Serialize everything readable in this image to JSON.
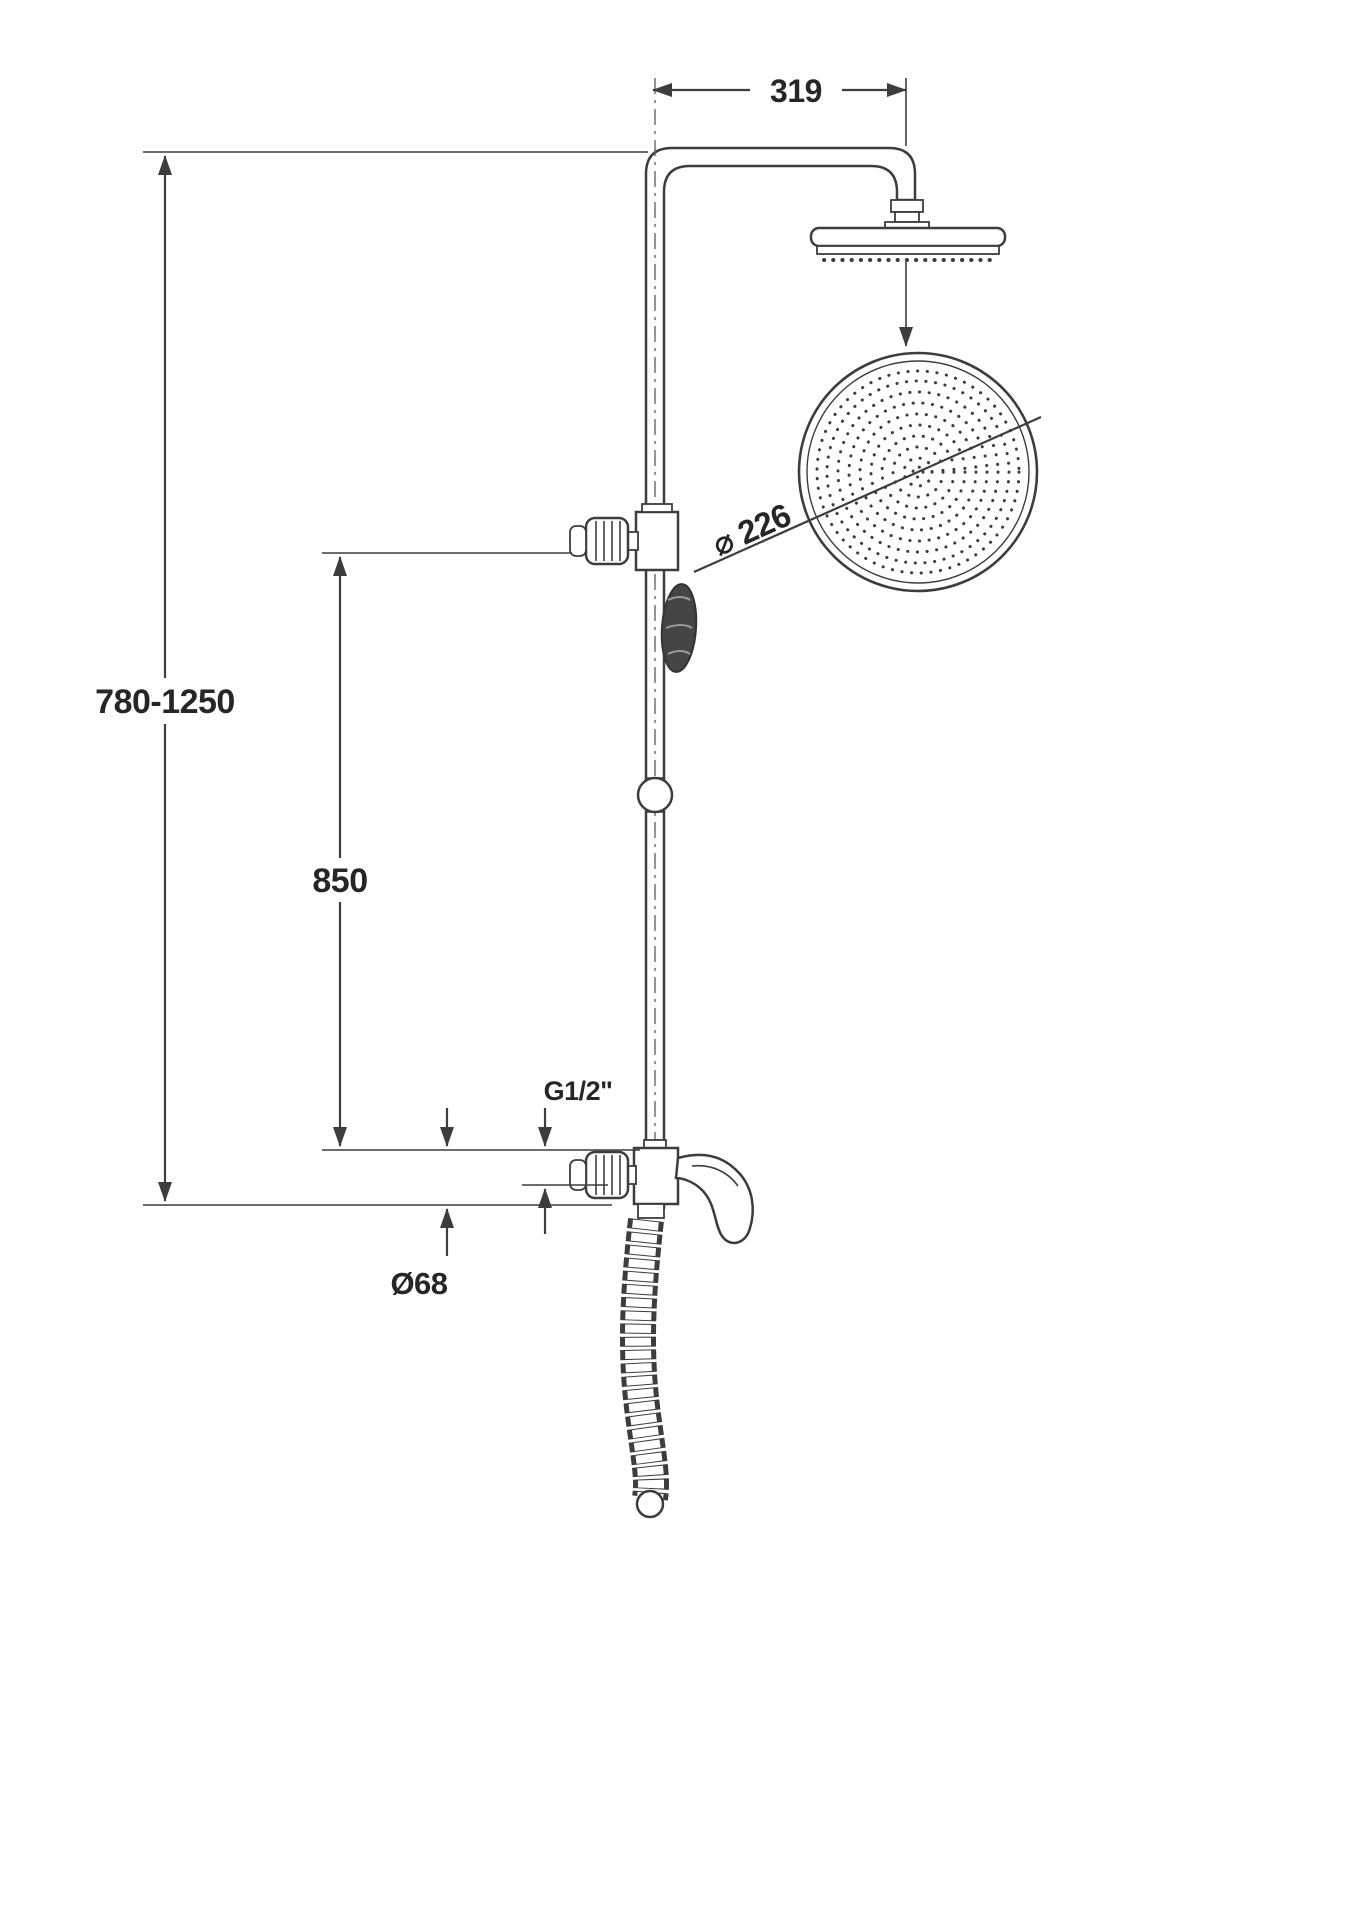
{
  "page": {
    "title": "Shower column dimensional drawing",
    "background": "#ffffff"
  },
  "style": {
    "line_color": "#3d3d3d",
    "text_color": "#262626"
  },
  "labels": {
    "top_width": "319",
    "height_range": "780-1250",
    "column_height": "850",
    "thread": "G1/2\"",
    "base_diameter": "Ø68",
    "head_diameter": "⌀ 226"
  }
}
